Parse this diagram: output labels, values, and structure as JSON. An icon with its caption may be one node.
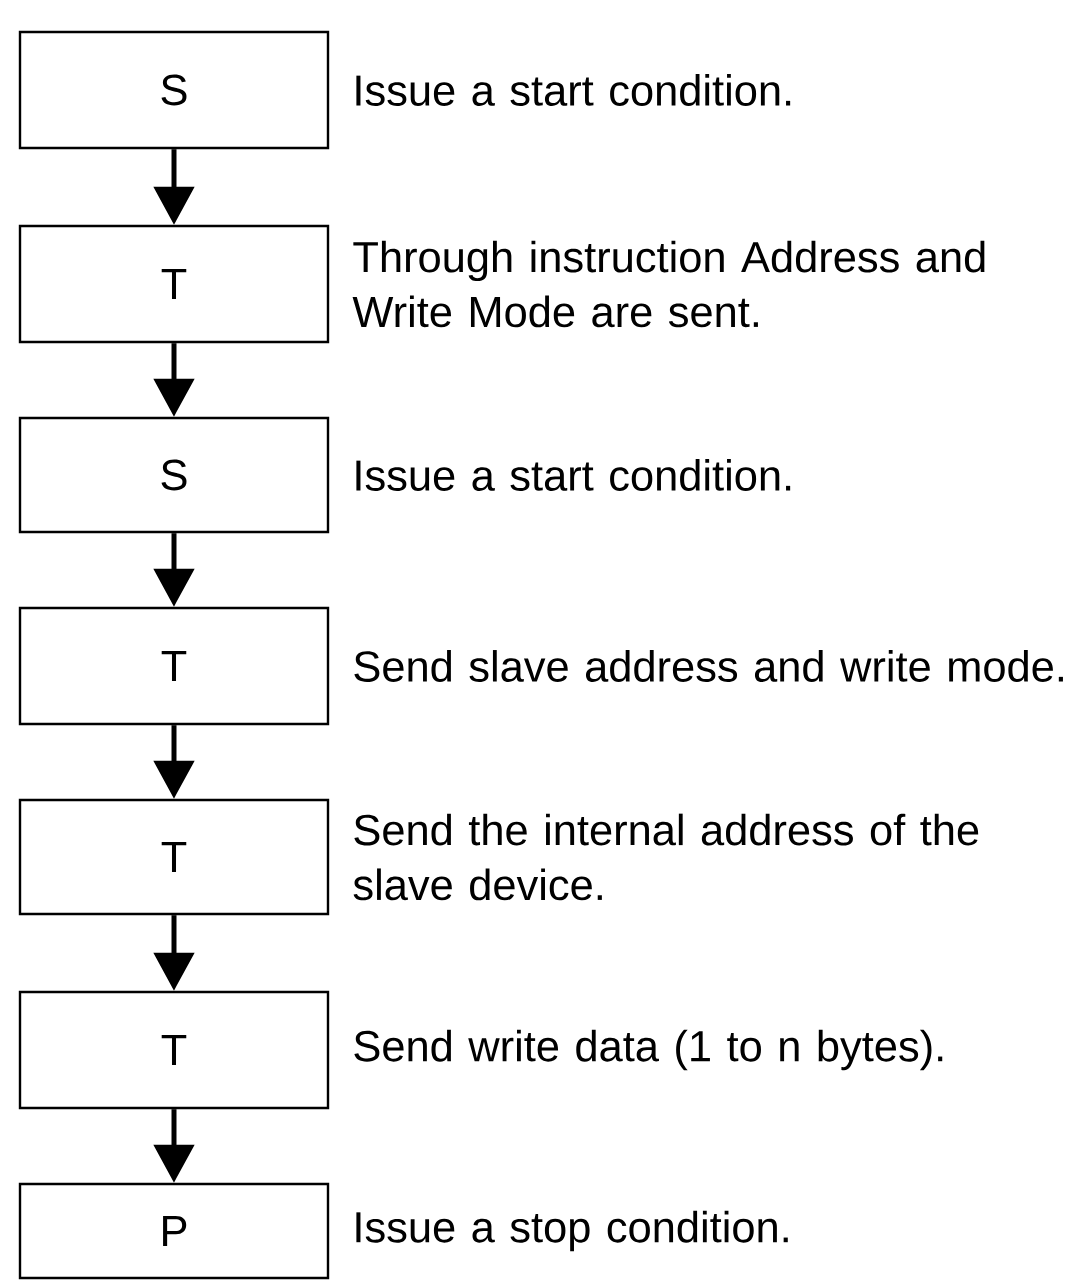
{
  "diagram": {
    "nodes": [
      {
        "text": [
          "S"
        ],
        "beside": [
          "Issue a start condition."
        ]
      },
      {
        "text": [
          "T"
        ],
        "beside": [
          "Through instruction Address and Write Mode are sent."
        ]
      },
      {
        "text": [
          "S"
        ],
        "beside": [
          "Issue a start condition."
        ]
      },
      {
        "text": [
          "T"
        ],
        "beside": [
          "Send slave address and write mode."
        ]
      },
      {
        "text": [
          "T"
        ],
        "beside": [
          "Send the internal address of the slave device."
        ]
      },
      {
        "text": [
          "T"
        ],
        "beside": [
          "Send write data (1 to n bytes)."
        ]
      },
      {
        "text": [
          "P"
        ],
        "beside": [
          "Issue a stop condition."
        ]
      }
    ],
    "edges": [
      {
        "from": 0,
        "to": 1,
        "arrow": "to"
      },
      {
        "from": 1,
        "to": 2,
        "arrow": "to"
      },
      {
        "from": 2,
        "to": 3,
        "arrow": "to"
      },
      {
        "from": 3,
        "to": 4,
        "arrow": "to"
      },
      {
        "from": 4,
        "to": 5,
        "arrow": "to"
      },
      {
        "from": 5,
        "to": 6,
        "arrow": "to"
      }
    ]
  }
}
